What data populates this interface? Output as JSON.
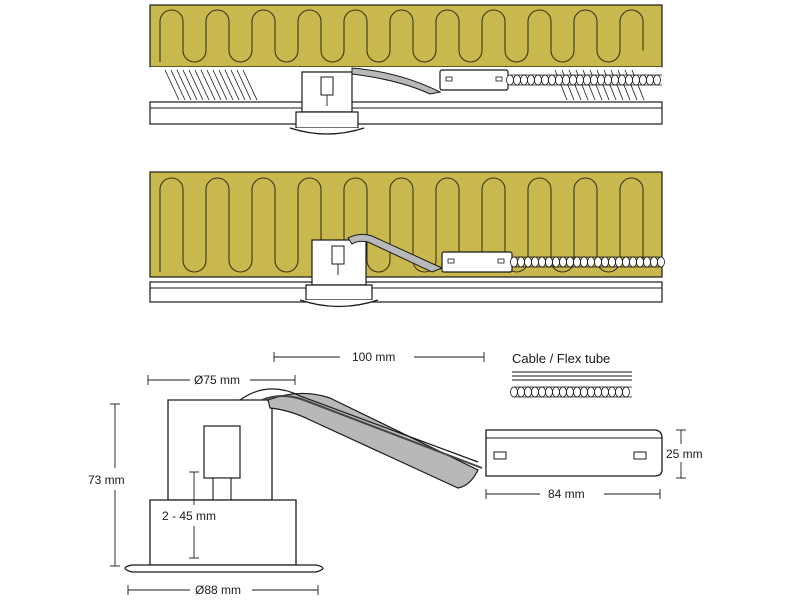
{
  "colors": {
    "insulation": "#c9b84e",
    "insulation_line": "#3a3516",
    "line": "#1a1a1a",
    "cable_fill": "#b8b8b8",
    "cable_dark": "#444444"
  },
  "legend": {
    "label": "Cable / Flex tube"
  },
  "dimensions": {
    "length_between": "100 mm",
    "top_diameter": "Ø75 mm",
    "total_height": "73 mm",
    "lamp_depth": "2 - 45 mm",
    "bezel_diameter": "Ø88 mm",
    "box_height": "25 mm",
    "box_length": "84 mm"
  }
}
